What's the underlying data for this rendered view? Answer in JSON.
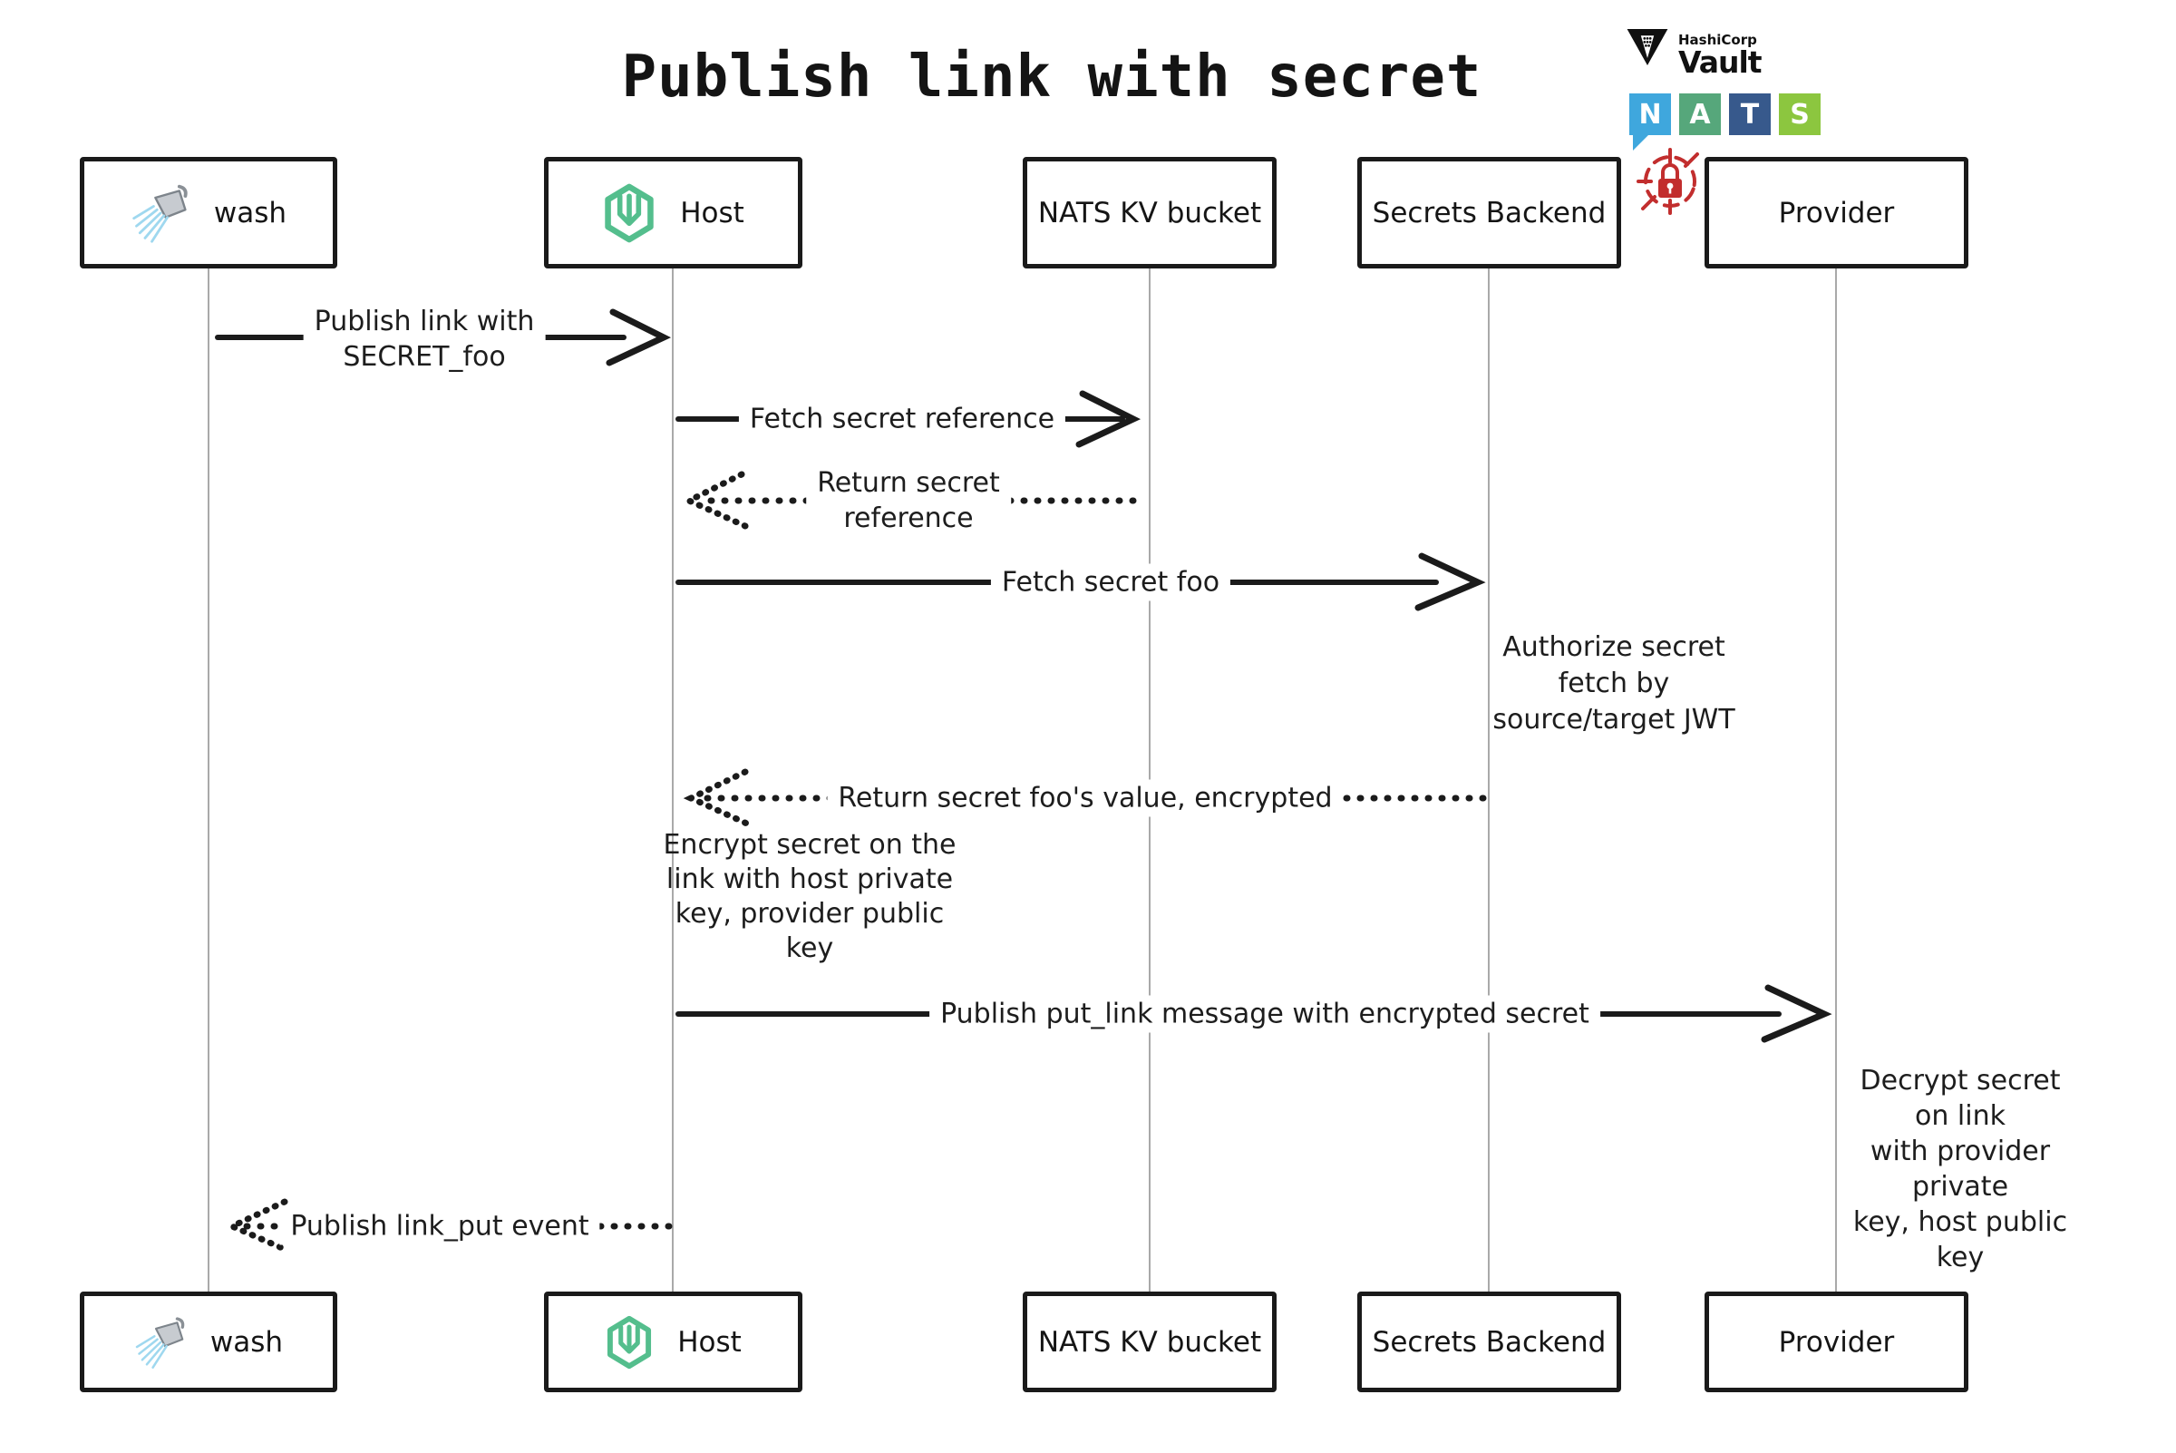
{
  "title": "Publish link with secret",
  "logos": {
    "vault": {
      "company": "HashiCorp",
      "product": "Vault"
    },
    "nats": {
      "letters": [
        {
          "char": "N",
          "color": "#3FA7DD"
        },
        {
          "char": "A",
          "color": "#56A77B"
        },
        {
          "char": "T",
          "color": "#37598C"
        },
        {
          "char": "S",
          "color": "#8CC63F"
        }
      ]
    }
  },
  "actors": [
    {
      "id": "wash",
      "label": "wash",
      "icon": "shower-icon"
    },
    {
      "id": "host",
      "label": "Host",
      "icon": "wasmcloud-icon"
    },
    {
      "id": "nats-kv",
      "label": "NATS KV bucket",
      "icon": null
    },
    {
      "id": "secrets-backend",
      "label": "Secrets Backend",
      "icon": null
    },
    {
      "id": "provider",
      "label": "Provider",
      "icon": null
    }
  ],
  "messages": [
    {
      "id": "publish-link",
      "from": "wash",
      "to": "host",
      "style": "solid",
      "label": "Publish link with\nSECRET_foo"
    },
    {
      "id": "fetch-secret-reference",
      "from": "host",
      "to": "nats-kv",
      "style": "solid",
      "label": "Fetch secret reference"
    },
    {
      "id": "return-secret-reference",
      "from": "nats-kv",
      "to": "host",
      "style": "dotted",
      "label": "Return secret\nreference"
    },
    {
      "id": "fetch-secret-foo",
      "from": "host",
      "to": "secrets-backend",
      "style": "solid",
      "label": "Fetch secret foo"
    },
    {
      "id": "return-secret-value",
      "from": "secrets-backend",
      "to": "host",
      "style": "dotted",
      "label": "Return secret foo's value, encrypted"
    },
    {
      "id": "publish-put-link",
      "from": "host",
      "to": "provider",
      "style": "solid",
      "label": "Publish put_link message with encrypted secret"
    },
    {
      "id": "publish-link-put-event",
      "from": "host",
      "to": "wash",
      "style": "dotted",
      "label": "Publish link_put event"
    }
  ],
  "notes": [
    {
      "id": "authorize",
      "anchor": "secrets-backend",
      "label": "Authorize secret\nfetch by\nsource/target JWT"
    },
    {
      "id": "encrypt",
      "anchor": "host",
      "label": "Encrypt secret on the\nlink with host private\nkey, provider public\nkey"
    },
    {
      "id": "decrypt",
      "anchor": "provider",
      "label": "Decrypt secret on link\nwith provider private\nkey, host public key"
    }
  ],
  "colors": {
    "stroke": "#1b1b1b",
    "lifeline": "#a9a9a9",
    "wasmcloud_green": "#54BE8D",
    "secret_lock_red": "#C22E2E",
    "spray_blue": "#9fd8ef"
  }
}
